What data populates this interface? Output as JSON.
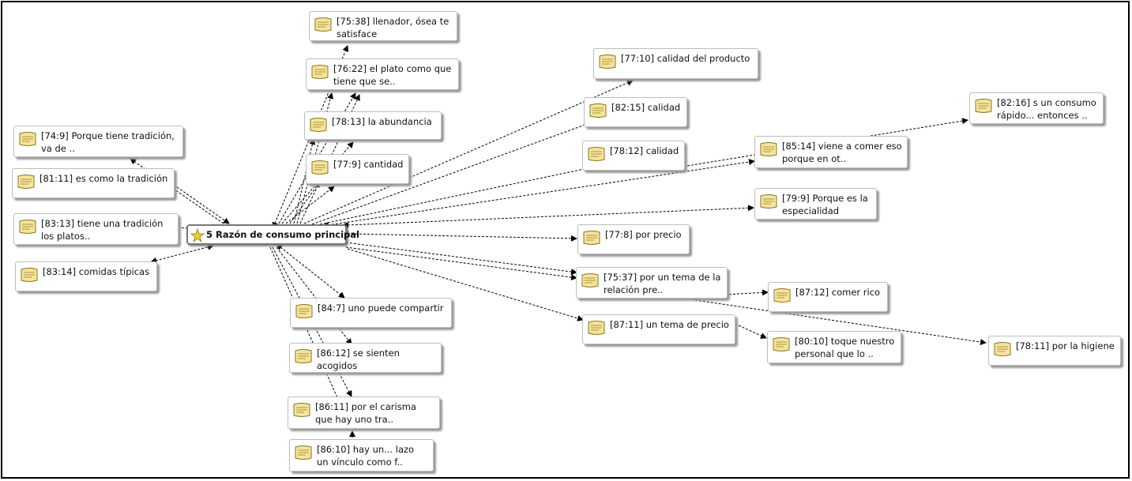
{
  "central_code": {
    "label": "5 Razón de consumo principal",
    "icon": "code-star-icon"
  },
  "quotations": [
    {
      "id": "q-75-38",
      "text": "[75:38] llenador, ósea te satisface"
    },
    {
      "id": "q-76-22",
      "text": "[76:22] el plato como que tiene que se.."
    },
    {
      "id": "q-78-13",
      "text": "[78:13] la abundancia"
    },
    {
      "id": "q-77-9",
      "text": "[77:9] cantidad"
    },
    {
      "id": "q-74-9",
      "text": "[74:9] Porque tiene tradición, va de .."
    },
    {
      "id": "q-81-11",
      "text": "[81:11] es como la tradición"
    },
    {
      "id": "q-83-13",
      "text": "[83:13] tiene una tradición los platos.."
    },
    {
      "id": "q-83-14",
      "text": "[83:14] comidas típicas"
    },
    {
      "id": "q-77-10",
      "text": "[77:10] calidad del producto"
    },
    {
      "id": "q-82-15",
      "text": "[82:15] calidad"
    },
    {
      "id": "q-78-12",
      "text": "[78:12] calidad"
    },
    {
      "id": "q-85-14",
      "text": "[85:14] viene a comer eso porque en ot.."
    },
    {
      "id": "q-82-16",
      "text": "[82:16] s un consumo rápido... entonces .."
    },
    {
      "id": "q-79-9",
      "text": "[79:9] Porque es la especialidad"
    },
    {
      "id": "q-77-8",
      "text": "[77:8] por precio"
    },
    {
      "id": "q-75-37",
      "text": "[75:37] por un tema de la relación pre.."
    },
    {
      "id": "q-87-12",
      "text": "[87:12] comer rico"
    },
    {
      "id": "q-87-11",
      "text": "[87:11] un tema de precio"
    },
    {
      "id": "q-80-10",
      "text": "[80:10] toque nuestro personal que lo .."
    },
    {
      "id": "q-78-11",
      "text": "[78:11] por la higiene"
    },
    {
      "id": "q-84-7",
      "text": "[84:7] uno puede compartir"
    },
    {
      "id": "q-86-12",
      "text": "[86:12] se sienten acogidos"
    },
    {
      "id": "q-86-11",
      "text": "[86:11] por el carisma que hay uno tra.."
    },
    {
      "id": "q-86-10",
      "text": "[86:10] hay un... lazo un vínculo como f.."
    }
  ],
  "quotation_icon": "quotation-note-icon",
  "colors": {
    "note_fill": "#f5e49a",
    "note_stroke": "#8a7420",
    "star": "#f0d020",
    "line": "#000000"
  }
}
